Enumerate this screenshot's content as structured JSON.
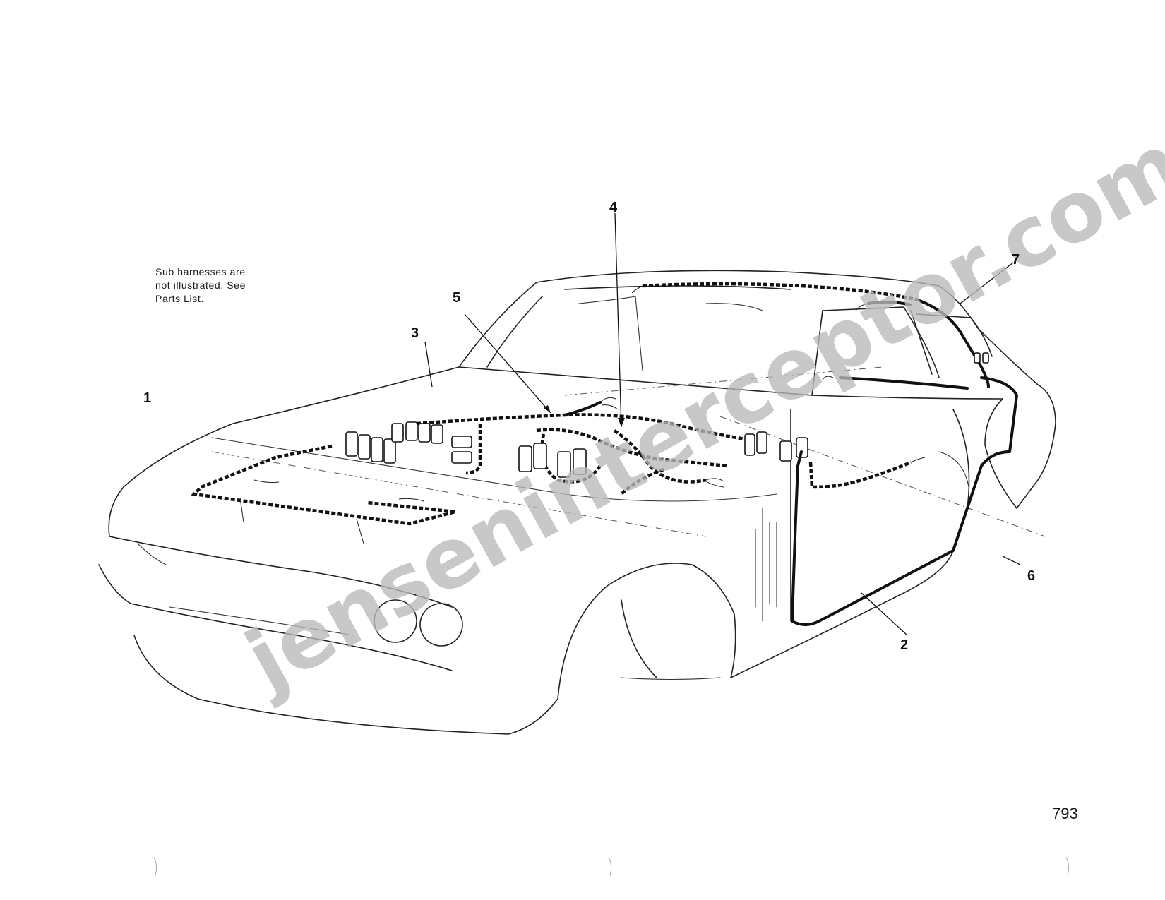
{
  "note": {
    "lines": [
      "Sub harnesses are",
      "not illustrated. See",
      "Parts List."
    ]
  },
  "callouts": {
    "c1": "1",
    "c2": "2",
    "c3": "3",
    "c4": "4",
    "c5": "5",
    "c6": "6",
    "c7": "7"
  },
  "page_number": "793",
  "watermark": "jenseninterceptor.com"
}
